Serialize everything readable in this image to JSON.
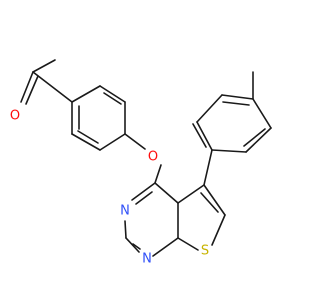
{
  "molecule": {
    "atoms": [
      {
        "id": "o_carbonyl",
        "label": "O",
        "name": "carbonyl-oxygen-label"
      },
      {
        "id": "o_ether",
        "label": "O",
        "name": "ether-oxygen-label"
      },
      {
        "id": "n_upper",
        "label": "N",
        "name": "pyrimidine-nitrogen-upper-label"
      },
      {
        "id": "n_lower",
        "label": "N",
        "name": "pyrimidine-nitrogen-lower-label"
      },
      {
        "id": "s_thiophene",
        "label": "S",
        "name": "thiophene-sulfur-label"
      }
    ]
  },
  "colors": {
    "bond": "#1a1a1a",
    "oxygen": "#ff0d0d",
    "nitrogen": "#3050f8",
    "sulfur": "#c8b400"
  }
}
